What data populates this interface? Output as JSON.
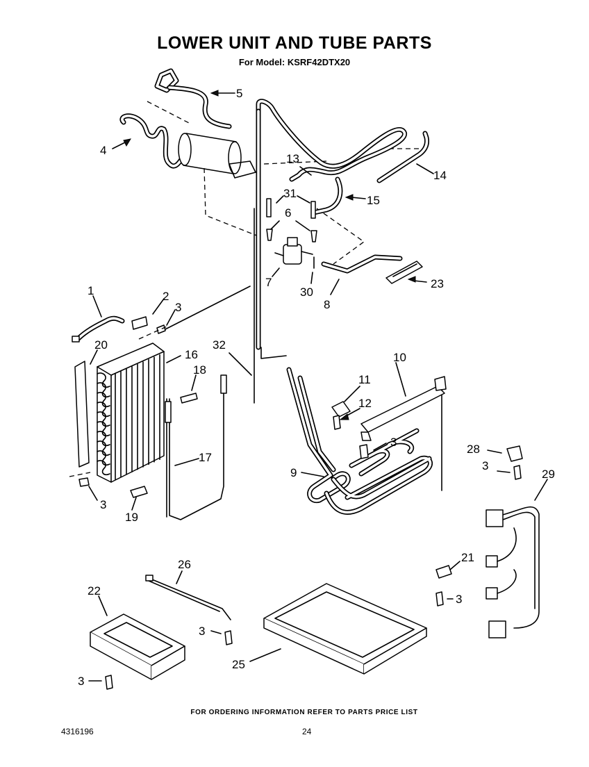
{
  "title": "LOWER UNIT AND TUBE PARTS",
  "subtitle": "For Model: KSRF42DTX20",
  "footer_note": "FOR ORDERING INFORMATION REFER TO PARTS PRICE LIST",
  "doc_number": "4316196",
  "page_number": "24",
  "callouts": {
    "c1": "1",
    "c2": "2",
    "c3a": "3",
    "c3b": "3",
    "c3c": "3",
    "c3d": "3",
    "c3e": "3",
    "c3f": "3",
    "c3g": "3",
    "c4": "4",
    "c5": "5",
    "c6": "6",
    "c7": "7",
    "c8": "8",
    "c9": "9",
    "c10": "10",
    "c11": "11",
    "c12": "12",
    "c13": "13",
    "c14": "14",
    "c15": "15",
    "c16": "16",
    "c17": "17",
    "c18": "18",
    "c19": "19",
    "c20": "20",
    "c21": "21",
    "c22": "22",
    "c23": "23",
    "c25": "25",
    "c26": "26",
    "c28": "28",
    "c29": "29",
    "c30": "30",
    "c31": "31",
    "c32": "32"
  }
}
